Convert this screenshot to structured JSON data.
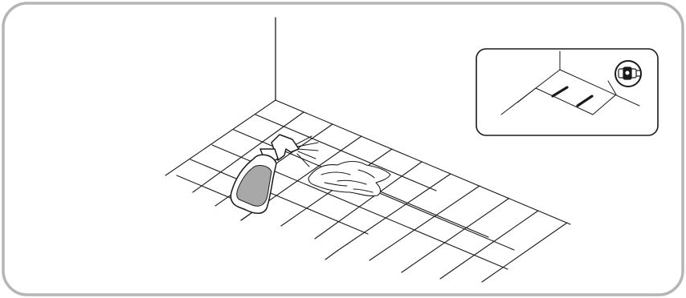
{
  "illustration": {
    "type": "instruction-diagram",
    "scene": "cleaning-tiled-floor",
    "icons": {
      "spray_bottle": "spray-bottle-icon",
      "cloth": "cleaning-cloth-icon",
      "inset_detail": "floor-corner-detail",
      "magnifier": "magnifier-icon"
    },
    "colors": {
      "frame_border": "#b5b5b5",
      "line": "#1a1a1a",
      "bottle_fill": "#a8a8a8",
      "background": "#ffffff"
    }
  }
}
